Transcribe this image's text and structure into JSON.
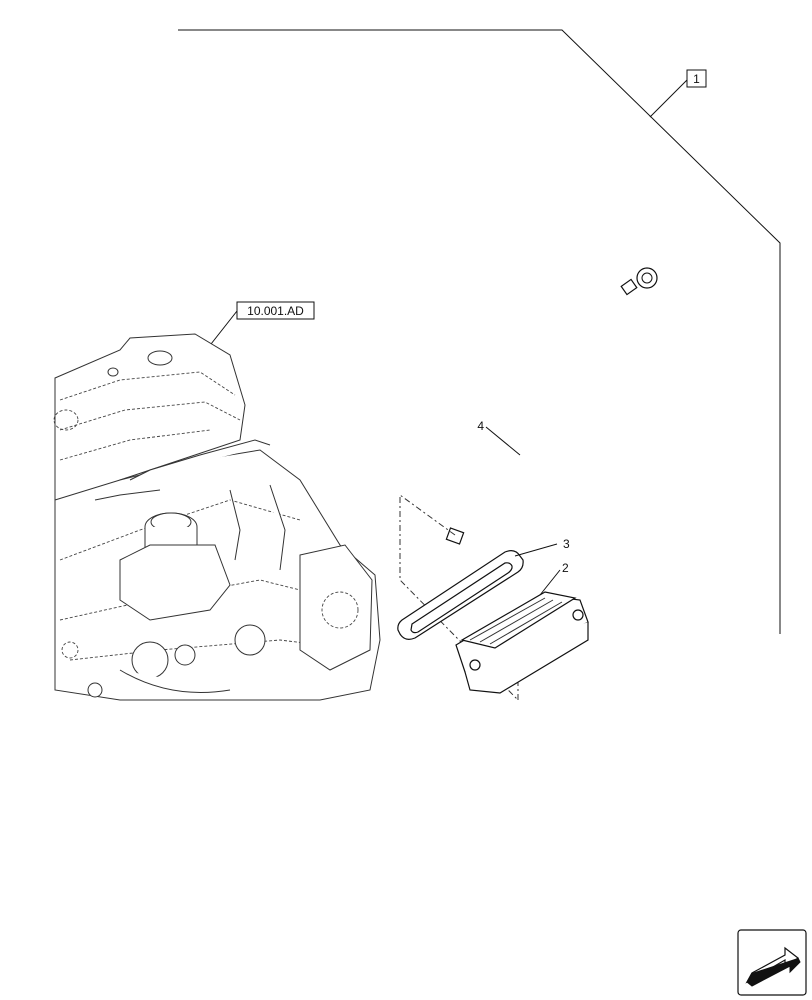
{
  "diagram": {
    "assembly_ref": "1",
    "engine_ref": "10.001.AD",
    "callouts": [
      {
        "id": "4",
        "label": "4"
      },
      {
        "id": "3",
        "label": "3"
      },
      {
        "id": "2",
        "label": "2"
      }
    ],
    "nav_icon": "arrow-return-icon"
  }
}
